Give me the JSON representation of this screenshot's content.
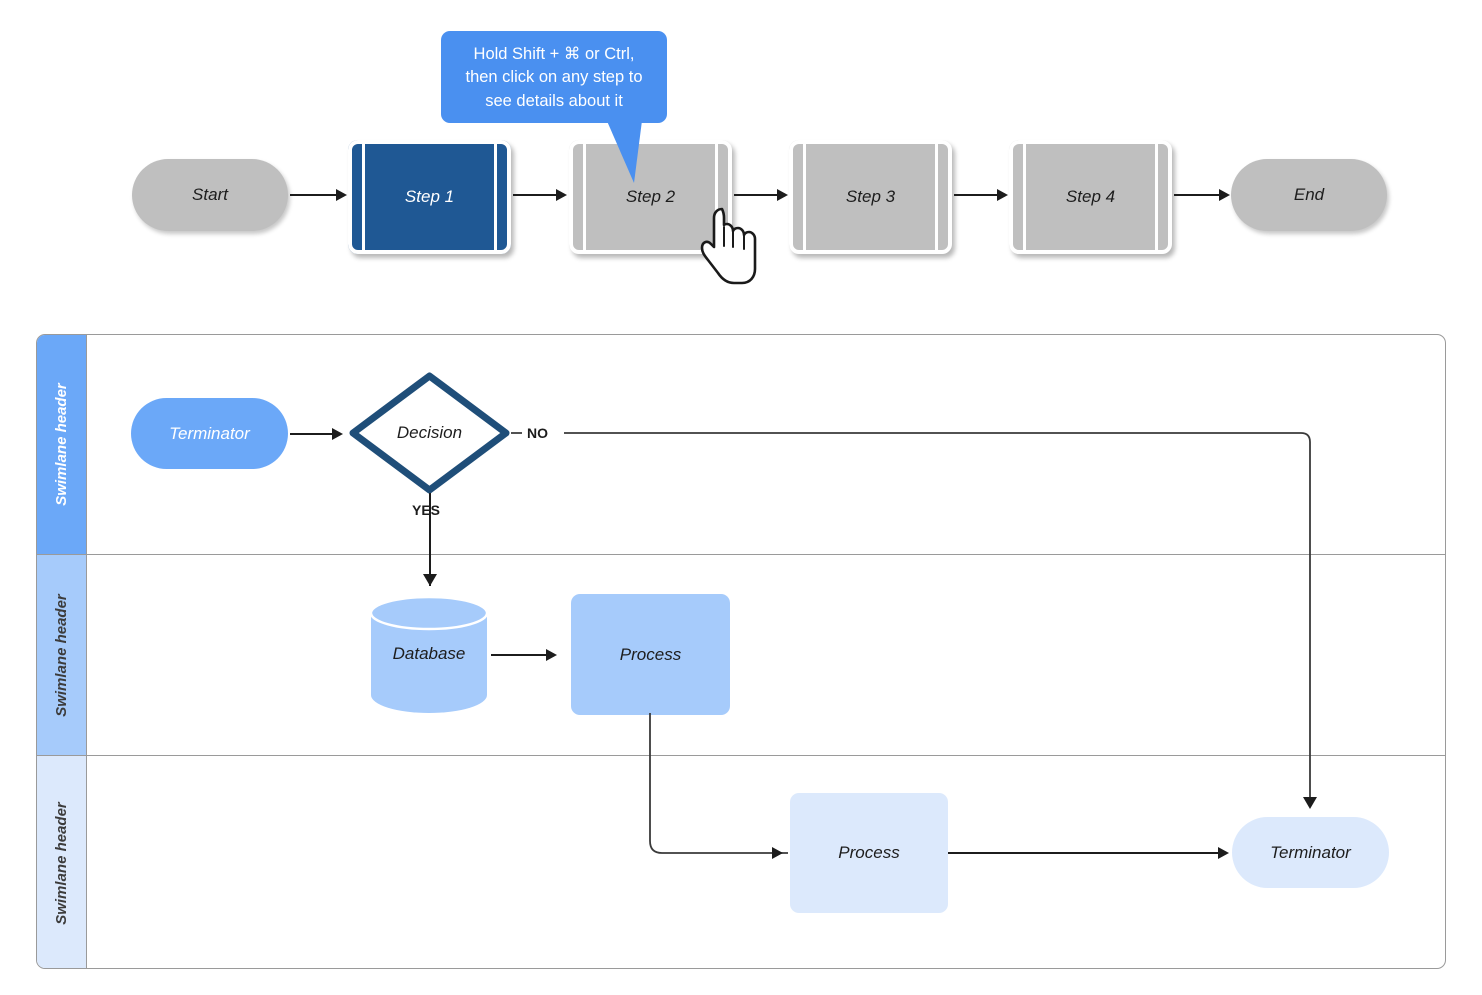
{
  "tooltip": {
    "lines": [
      "Hold Shift + ⌘ or Ctrl,",
      "then click on any step to",
      "see details about it"
    ],
    "full_text": "Hold Shift + ⌘ or Ctrl, then click on any step to see details about it",
    "bg_color": "#4a90f0",
    "text_color": "#ffffff"
  },
  "top_flow": {
    "start_label": "Start",
    "end_label": "End",
    "steps": [
      {
        "label": "Step 1",
        "state": "selected"
      },
      {
        "label": "Step 2",
        "state": "normal"
      },
      {
        "label": "Step 3",
        "state": "normal"
      },
      {
        "label": "Step 4",
        "state": "normal"
      }
    ],
    "colors": {
      "inactive_fill": "#bfbfbf",
      "selected_fill": "#1f5894",
      "selected_text": "#ffffff",
      "inactive_text": "#1d1d1d",
      "connector": "#1c1c1c"
    },
    "cursor": "pointing-hand-cursor"
  },
  "swimlanes": {
    "border_color": "#9a9a9a",
    "lanes": [
      {
        "header_label": "Swimlane header",
        "header_fill": "#6ba8f8",
        "header_text_color": "#ffffff",
        "shapes": [
          {
            "type": "terminator",
            "label": "Terminator",
            "fill": "#6ba8f8",
            "text_color": "#ffffff"
          },
          {
            "type": "decision",
            "label": "Decision",
            "fill": "#ffffff",
            "stroke": "#1f4e79",
            "text_color": "#1d1d1d"
          }
        ],
        "edge_labels": [
          "NO",
          "YES"
        ]
      },
      {
        "header_label": "Swimlane header",
        "header_fill": "#a6cbfb",
        "header_text_color": "#3c3c3c",
        "shapes": [
          {
            "type": "database",
            "label": "Database",
            "fill": "#a6cbfb",
            "text_color": "#1d1d1d"
          },
          {
            "type": "process",
            "label": "Process",
            "fill": "#a6cbfb",
            "text_color": "#1d1d1d"
          }
        ],
        "edge_labels": []
      },
      {
        "header_label": "Swimlane header",
        "header_fill": "#dce9fc",
        "header_text_color": "#3c3c3c",
        "shapes": [
          {
            "type": "process",
            "label": "Process",
            "fill": "#dce9fc",
            "text_color": "#1d1d1d"
          },
          {
            "type": "terminator",
            "label": "Terminator",
            "fill": "#dce9fc",
            "text_color": "#1d1d1d"
          }
        ],
        "edge_labels": []
      }
    ]
  }
}
